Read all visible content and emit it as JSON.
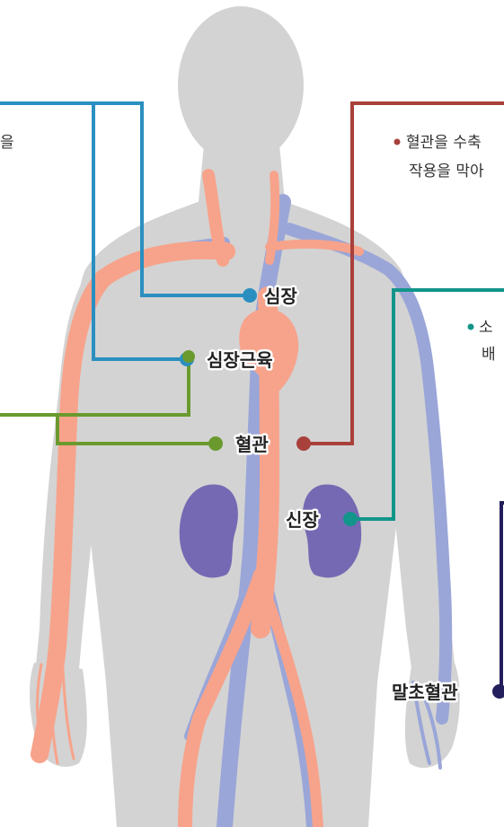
{
  "labels": {
    "heart": "심장",
    "heart_muscle": "심장근육",
    "blood_vessel": "혈관",
    "kidney": "신장",
    "peripheral_vessel": "말초혈관"
  },
  "side_text": {
    "left_fragment": "을",
    "right_top_line1": "혈관을 수축",
    "right_top_line2": "작용을 막아",
    "right_mid_line1": "소",
    "right_mid_line2": "배"
  },
  "colors": {
    "body": "#d3d3d3",
    "artery": "#f7a38b",
    "vein": "#9aa6d8",
    "kidney": "#7569b3",
    "heart_line": "#2a8fc0",
    "muscle_line": "#6a9a2e",
    "vessel_line": "#a8403b",
    "kidney_line": "#12958a",
    "peripheral_line": "#231e5c"
  }
}
